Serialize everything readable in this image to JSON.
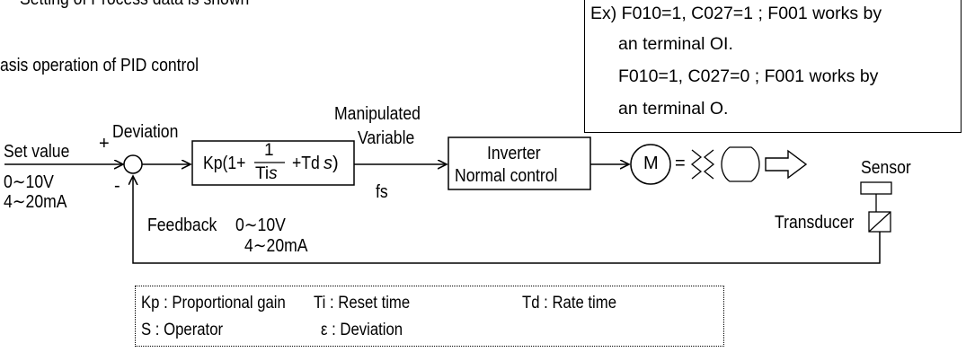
{
  "header_fragment": "Setting of Process data is shown",
  "section_title": "asis operation of PID control",
  "example": {
    "line1": "Ex) F010=1, C027=1 ; F001 works by",
    "line2": "an terminal OI.",
    "line3": "F010=1, C027=0 ; F001 works by",
    "line4": "an terminal O."
  },
  "signals": {
    "set_value": "Set value",
    "plus_sign": "+",
    "minus_sign": "-",
    "deviation": "Deviation",
    "set_range_1": "0∼10V",
    "set_range_2": "4∼20mA",
    "manipulated_1": "Manipulated",
    "manipulated_2": "Variable",
    "fs": "fs",
    "feedback": "Feedback",
    "feedback_range_1": "0∼10V",
    "feedback_range_2": "4∼20mA"
  },
  "pid_block": {
    "kp": "Kp(1+",
    "numerator": "1",
    "denominator": "Ti",
    "denominator_s": "s",
    "td": "+Td",
    "td_s": "s",
    "close": ")"
  },
  "inverter_block": {
    "line1": "Inverter",
    "line2": "Normal control"
  },
  "motor": {
    "label": "M",
    "equals": "="
  },
  "sensor": {
    "label": "Sensor"
  },
  "transducer": {
    "label": "Transducer"
  },
  "legend": {
    "kp": "Kp : Proportional gain",
    "ti": "Ti  : Reset time",
    "td": "Td  :  Rate time",
    "s": "S   : Operator",
    "eps": "ε  : Deviation"
  }
}
